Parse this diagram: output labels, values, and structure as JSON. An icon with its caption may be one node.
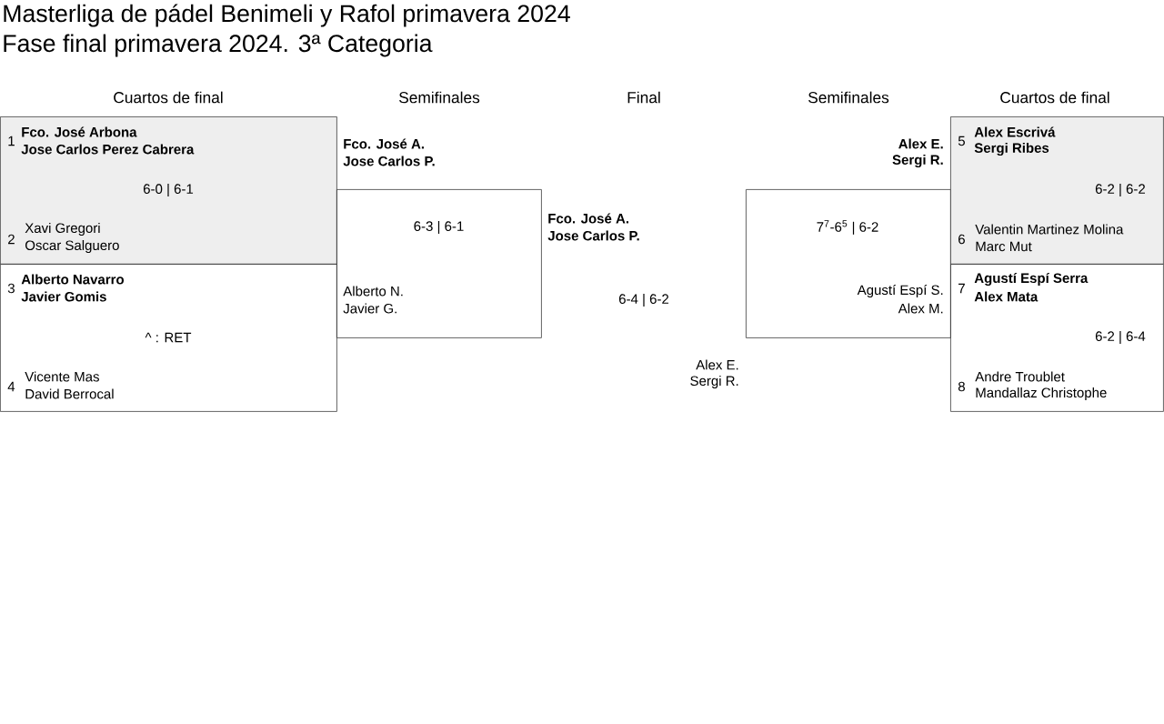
{
  "diagram": {
    "title": "Masterliga de pádel Benimeli y Rafol primavera 2024",
    "nodes": [
      {
        "text": [
          "1",
          "Fco. José Arbona",
          "Jose Carlos Perez Cabrera",
          "6-0 | 6-1",
          "2",
          "Xavi Gregori",
          "Oscar Salguero"
        ]
      },
      {
        "text": [
          "3",
          "Alberto Navarro",
          "Javier Gomis",
          "^ : RET",
          "4",
          "Vicente Mas",
          "David Berrocal"
        ]
      },
      {
        "text": [
          "Fco. José A.",
          "Jose Carlos P.",
          "6-3 | 6-1",
          "Alberto N.",
          "Javier G."
        ]
      },
      {
        "text": [
          "Alex E.",
          "Sergi R.",
          "7$^{7}$-6$^{5}$ | 6-2",
          "Agustí Espí S.",
          "Alex M."
        ]
      },
      {
        "text": [
          "5",
          "Alex Escrivá",
          "Sergi Ribes",
          "6-2 | 6-2",
          "6",
          "Valentin Martinez Molina",
          "Marc Mut"
        ]
      },
      {
        "text": [
          "7",
          "Agustí Espí Serra",
          "Alex Mata",
          "6-2 | 6-4",
          "8",
          "Andre Troublet",
          "Mandallaz Christophe"
        ]
      }
    ],
    "labels": [
      "Fase final primavera 2024. 3ª Categoria",
      "Cuartos de final",
      "Semifinales",
      "Final",
      "Semifinales",
      "Cuartos de final",
      "Fco. José A.",
      "Jose Carlos P.",
      "6-4 | 6-2",
      "Alex E.",
      "Sergi R."
    ]
  }
}
